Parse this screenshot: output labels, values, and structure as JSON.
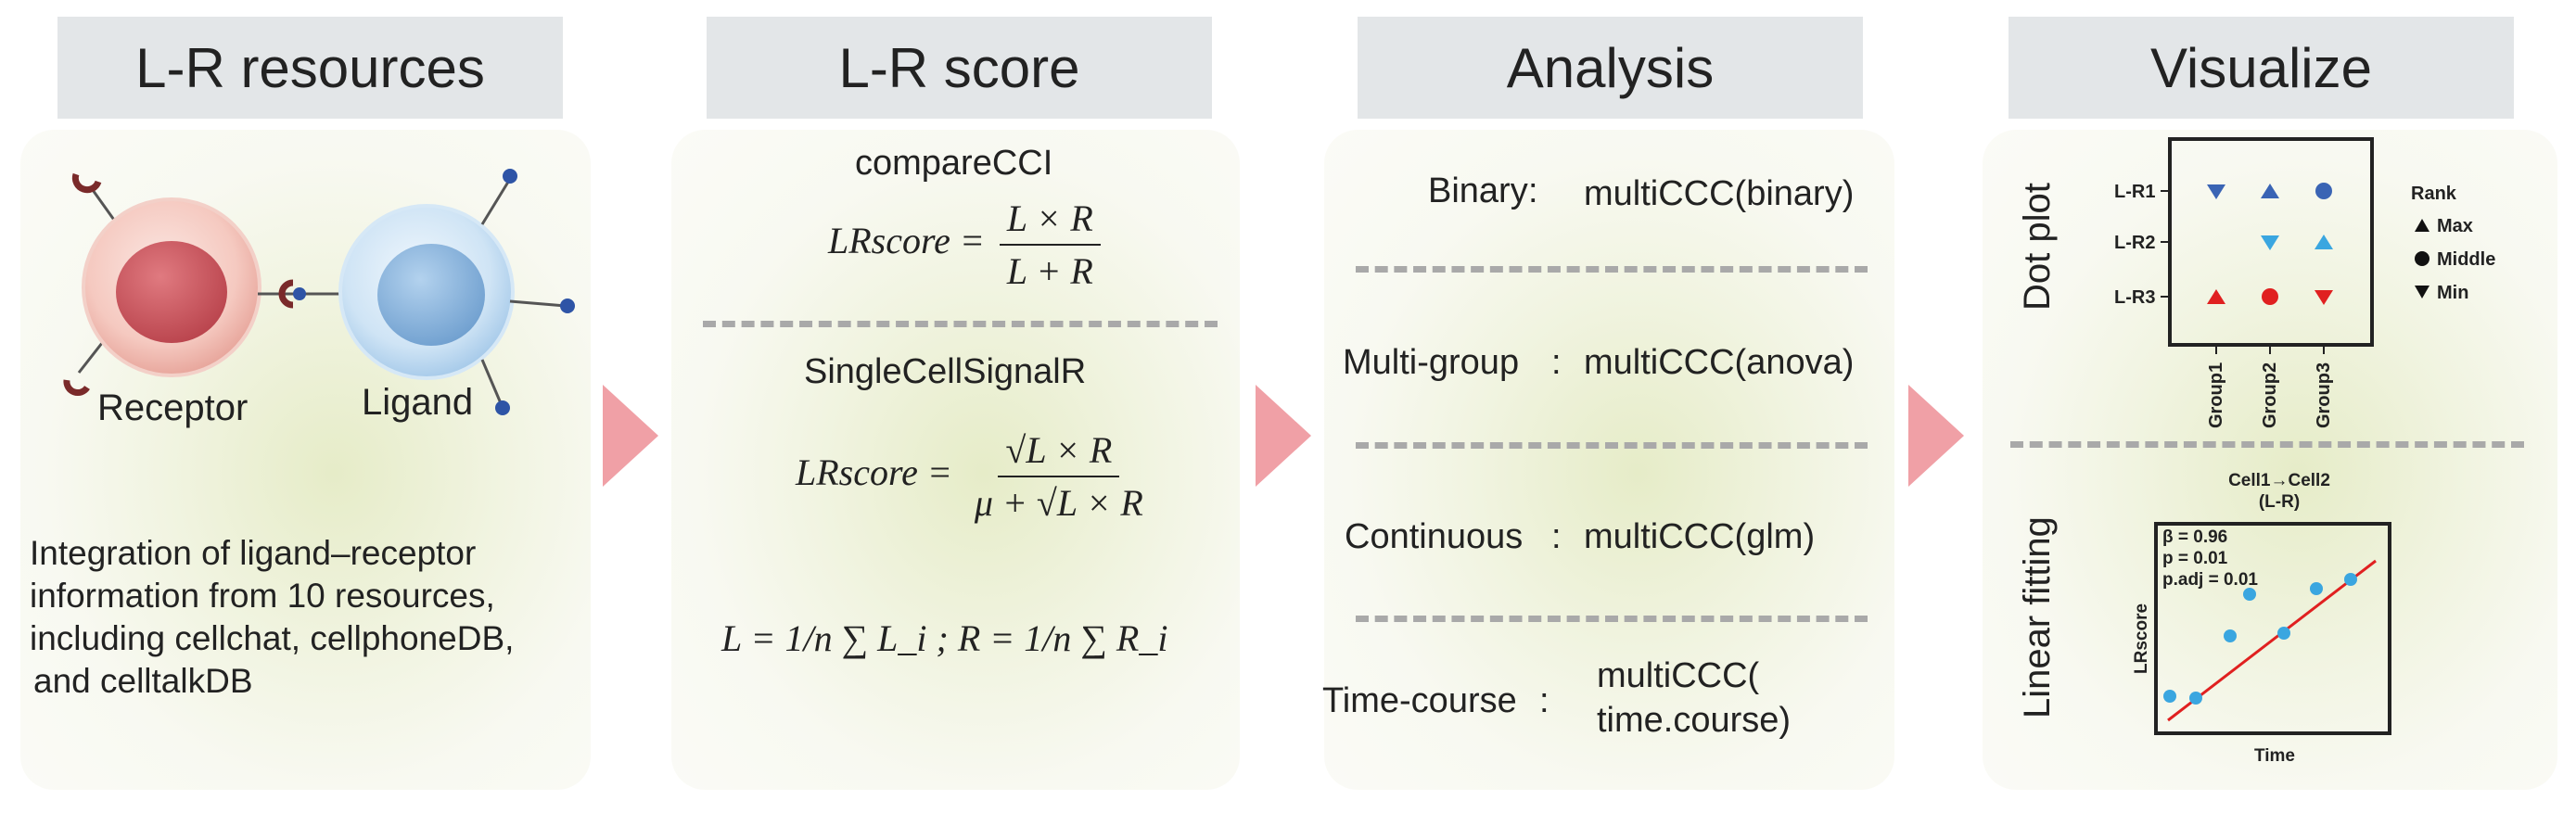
{
  "headers": [
    "L-R resources",
    "L-R score",
    "Analysis",
    "Visualize"
  ],
  "resources": {
    "receptor_label": "Receptor",
    "ligand_label": "Ligand",
    "description": [
      "Integration of ligand–receptor",
      "information from 10 resources,",
      "including cellchat, cellphoneDB,",
      "and celltalkDB"
    ]
  },
  "score": {
    "method1": "compareCCI",
    "method2": "SingleCellSignalR",
    "eq1_lhs": "LRscore =",
    "eq1_num": "L × R",
    "eq1_den": "L + R",
    "eq2_lhs": "LRscore =",
    "eq2_num": "√L × R",
    "eq2_den": "μ + √L × R",
    "eq3": "L = 1/n ∑ L_i ; R = 1/n ∑ R_i"
  },
  "analysis": [
    {
      "label": "Binary",
      "fn": "multiCCC(binary)"
    },
    {
      "label": "Multi-group",
      "fn": "multiCCC(anova)"
    },
    {
      "label": "Continuous",
      "fn": "multiCCC(glm)"
    },
    {
      "label": "Time-course",
      "fn_line1": "multiCCC(",
      "fn_line2": "time.course)"
    }
  ],
  "visualize": {
    "dotplot_label": "Dot plot",
    "rows": [
      "L-R1",
      "L-R2",
      "L-R3"
    ],
    "cols": [
      "Group1",
      "Group2",
      "Group3"
    ],
    "legend_title": "Rank",
    "legend": [
      "Max",
      "Middle",
      "Min"
    ],
    "linear_label": "Linear fitting",
    "lf_title1": "Cell1→Cell2",
    "lf_title2": "(L-R)",
    "lf_stats": [
      "β = 0.96",
      "p = 0.01",
      "p.adj = 0.01"
    ],
    "lf_ylabel": "LRscore",
    "lf_xlabel": "Time"
  },
  "colors": {
    "receptor": "#c94f55",
    "ligand": "#8fb8dd",
    "arrow": "#f0a0a6",
    "dot_blue": "#3a64b4",
    "dot_cyan": "#3aa6e0",
    "dot_red": "#e02020",
    "fit_line": "#e02020"
  }
}
